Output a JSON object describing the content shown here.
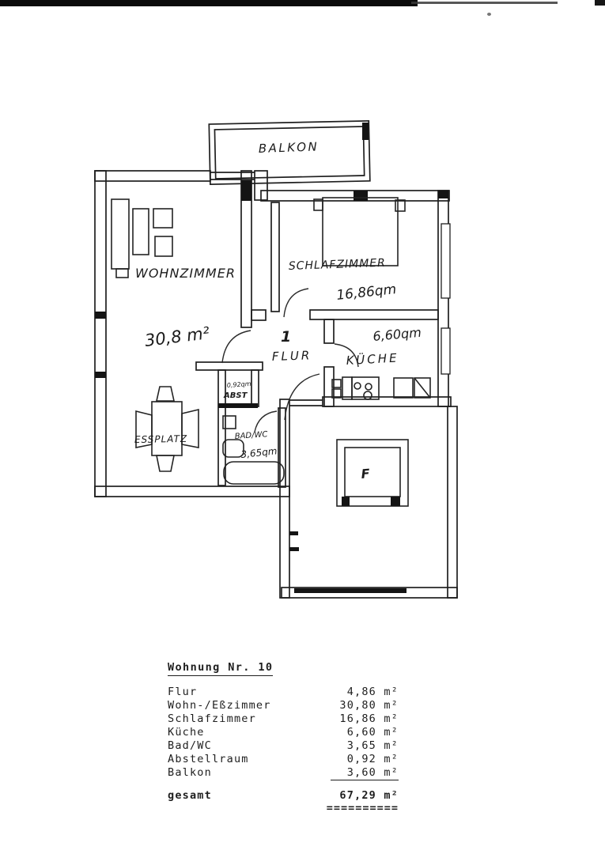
{
  "plan": {
    "balkon": "BALKON",
    "wohnzimmer": "WOHNZIMMER",
    "wohnzimmer_area": "30,8 m²",
    "schlafzimmer": "SCHLAFZIMMER",
    "schlafzimmer_area": "16,86qm",
    "flur_number": "1",
    "flur": "FLUR",
    "kueche": "KÜCHE",
    "kueche_area": "6,60qm",
    "abstellraum_area": "0,92qm",
    "abstellraum": "ABST",
    "essplatz": "ESSPLATZ",
    "bad_wc": "BAD/WC",
    "bad_wc_area": "3,65qm",
    "fahrstuhl": "F"
  },
  "table": {
    "title": "Wohnung Nr. 10",
    "rows": [
      {
        "label": "Flur",
        "value": "4,86 m²"
      },
      {
        "label": "Wohn-/Eßzimmer",
        "value": "30,80 m²"
      },
      {
        "label": "Schlafzimmer",
        "value": "16,86 m²"
      },
      {
        "label": "Küche",
        "value": "6,60 m²"
      },
      {
        "label": "Bad/WC",
        "value": "3,65 m²"
      },
      {
        "label": "Abstellraum",
        "value": "0,92 m²"
      },
      {
        "label": "Balkon",
        "value": "3,60 m²"
      }
    ],
    "total_label": "gesamt",
    "total_value": "67,29 m²",
    "total_rule": "=========="
  }
}
